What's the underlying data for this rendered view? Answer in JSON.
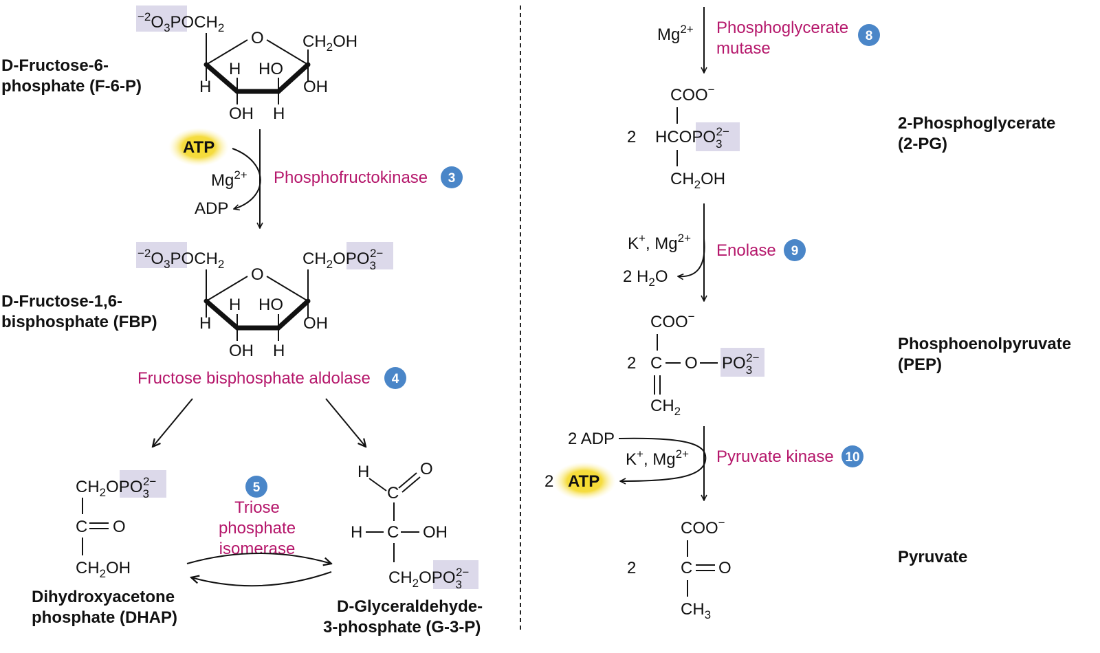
{
  "colors": {
    "enzyme": "#b5176b",
    "badge": "#4a86c8",
    "phosphate_box": "#dcd9ea",
    "atp_glow": "#f2d31d"
  },
  "left": {
    "f6p": {
      "name_line1": "D-Fructose-6-",
      "name_line2": "phosphate (F-6-P)",
      "phosphate": "O3POCH2",
      "ring_o": "O",
      "ch2oh": "CH2OH",
      "c2_h": "H",
      "c3_h": "H",
      "c3_ho": "HO",
      "c4_oh": "OH",
      "c1_oh": "OH",
      "c1_h": "H"
    },
    "step3": {
      "atp": "ATP",
      "mg": "Mg2+",
      "adp": "ADP",
      "enzyme": "Phosphofructokinase",
      "badge": "3"
    },
    "fbp": {
      "name_line1": "D-Fructose-1,6-",
      "name_line2": "bisphosphate (FBP)",
      "phosphate_left": "O3POCH2",
      "phosphate_right": "CH2OPO3 2−",
      "ring_o": "O",
      "c2_h": "H",
      "c3_h": "H",
      "c3_ho": "HO",
      "c4_oh": "OH",
      "c1_oh": "OH",
      "c1_h": "H"
    },
    "step4": {
      "enzyme": "Fructose bisphosphate aldolase",
      "badge": "4"
    },
    "dhap": {
      "top": "CH2OPO3 2−",
      "mid": "C=O",
      "bottom": "CH2OH",
      "name_line1": "Dihydroxyacetone",
      "name_line2": "phosphate (DHAP)"
    },
    "step5": {
      "badge": "5",
      "enzyme_line1": "Triose",
      "enzyme_line2": "phosphate",
      "enzyme_line3": "isomerase"
    },
    "g3p": {
      "h": "H",
      "o": "O",
      "c1": "C",
      "h2": "H",
      "c2": "C",
      "oh": "OH",
      "bottom": "CH2OPO3 2−",
      "name_line1": "D-Glyceraldehyde-",
      "name_line2": "3-phosphate (G-3-P)"
    }
  },
  "right": {
    "step8": {
      "mg": "Mg2+",
      "enzyme_line1": "Phosphoglycerate",
      "enzyme_line2": "mutase",
      "badge": "8"
    },
    "pg2": {
      "coefficient": "2",
      "top": "COO−",
      "mid": "HCOPO3 2−",
      "bottom": "CH2OH",
      "name_line1": "2-Phosphoglycerate",
      "name_line2": "(2-PG)"
    },
    "step9": {
      "cofactors": "K+, Mg2+",
      "product": "2 H2O",
      "enzyme": "Enolase",
      "badge": "9"
    },
    "pep": {
      "coefficient": "2",
      "top": "COO−",
      "mid": "C—O—PO3 2−",
      "bottom": "CH2",
      "name_line1": "Phosphoenolpyruvate",
      "name_line2": "(PEP)"
    },
    "step10": {
      "adp": "2 ADP",
      "cofactors": "K+, Mg2+",
      "atp_coef": "2",
      "atp": "ATP",
      "enzyme": "Pyruvate kinase",
      "badge": "10"
    },
    "pyruvate": {
      "coefficient": "2",
      "top": "COO−",
      "mid": "C=O",
      "bottom": "CH3",
      "name": "Pyruvate"
    }
  }
}
